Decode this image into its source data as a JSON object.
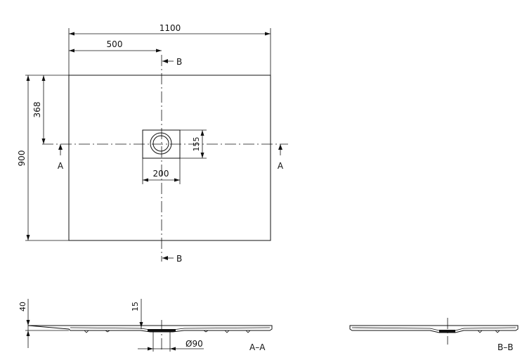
{
  "dimensions": {
    "overall_width": "1100",
    "overall_depth": "900",
    "drain_offset_x": "500",
    "drain_offset_y": "368",
    "drain_box_width": "200",
    "drain_box_depth": "155",
    "tray_height": "40",
    "drain_depth": "15",
    "drain_diameter": "Ø90"
  },
  "section_markers": {
    "a": "A",
    "b": "B"
  },
  "section_titles": {
    "aa": "A–A",
    "bb": "B–B"
  }
}
